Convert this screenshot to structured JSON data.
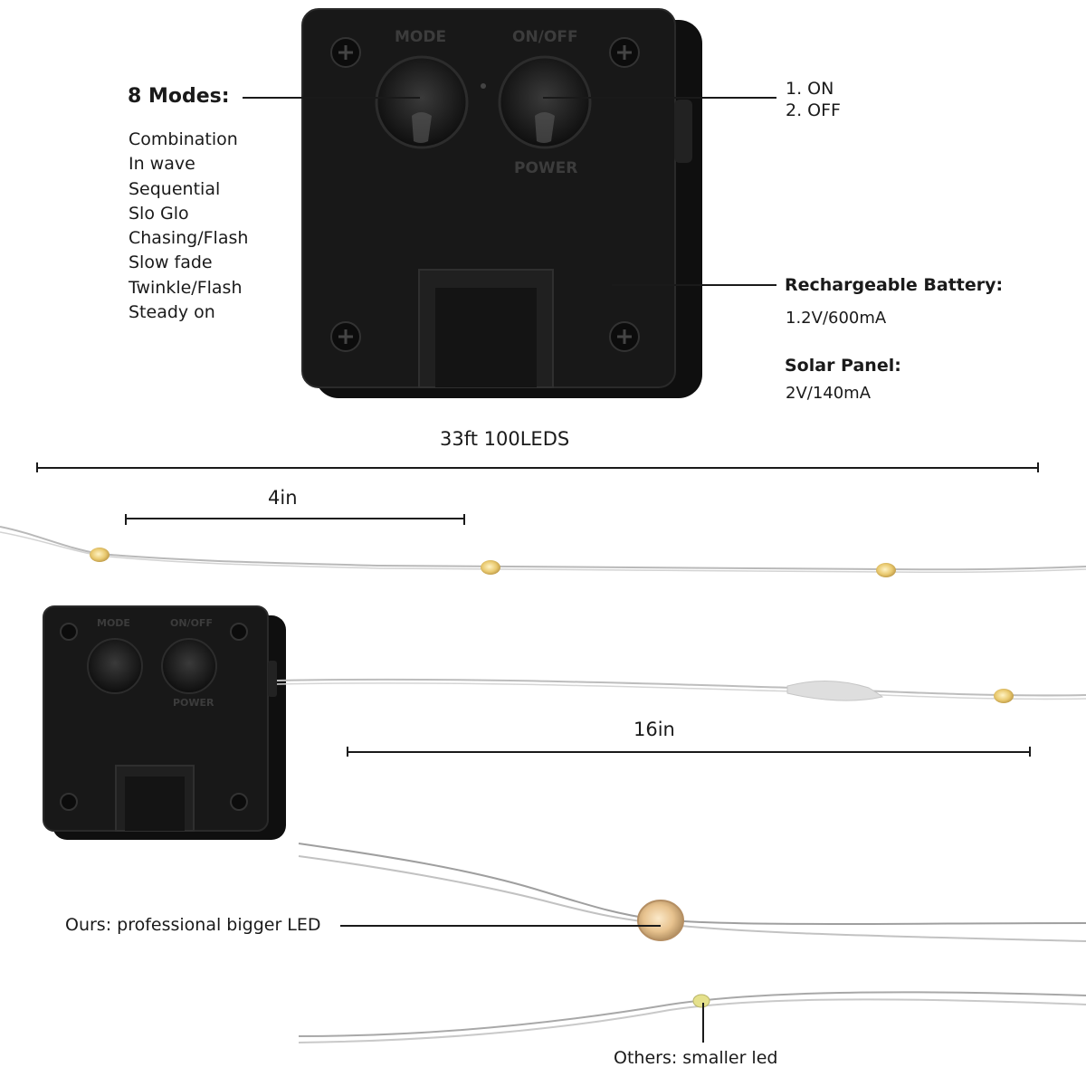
{
  "controller": {
    "mode_label": "MODE",
    "onoff_label": "ON/OFF",
    "power_label": "POWER"
  },
  "modes": {
    "title": "8 Modes:",
    "items": [
      "Combination",
      "In wave",
      "Sequential",
      "Slo Glo",
      "Chasing/Flash",
      "Slow fade",
      "Twinkle/Flash",
      "Steady on"
    ]
  },
  "switch_states": [
    "1. ON",
    "2. OFF"
  ],
  "battery": {
    "title": "Rechargeable Battery:",
    "value": "1.2V/600mA"
  },
  "solar_panel": {
    "title": "Solar Panel:",
    "value": "2V/140mA"
  },
  "dimensions": {
    "total": "33ft 100LEDS",
    "led_spacing": "4in",
    "lead_wire": "16in"
  },
  "comparison": {
    "ours": "Ours: professional bigger LED",
    "others": "Others: smaller led"
  },
  "colors": {
    "case": "#161616",
    "led": "#e7cf7c",
    "wire": "#b9b9b9"
  }
}
